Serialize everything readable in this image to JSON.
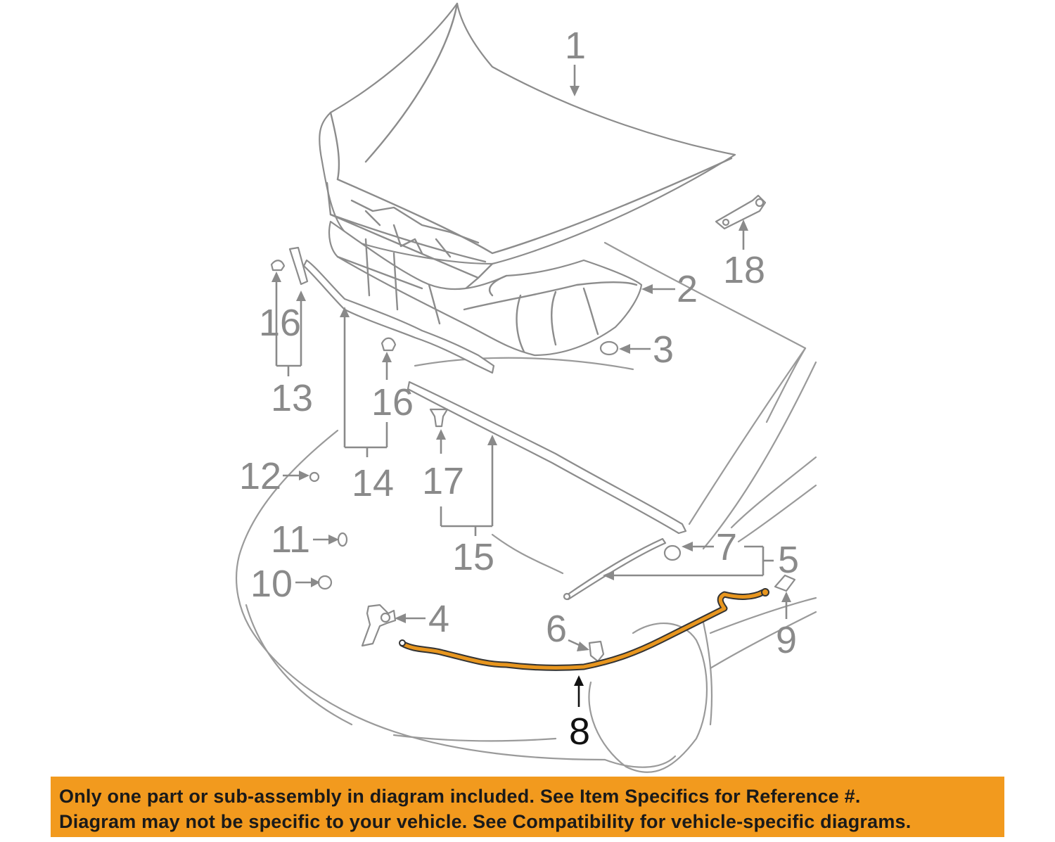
{
  "callouts": {
    "c1": "1",
    "c2": "2",
    "c3": "3",
    "c4": "4",
    "c5": "5",
    "c6": "6",
    "c7": "7",
    "c8": "8",
    "c9": "9",
    "c10": "10",
    "c11": "11",
    "c12": "12",
    "c13": "13",
    "c14": "14",
    "c15": "15",
    "c16a": "16",
    "c16b": "16",
    "c17": "17",
    "c18": "18"
  },
  "highlight": {
    "part": "8",
    "color": "#e8961e"
  },
  "notice": {
    "line1": "Only one part or sub-assembly in diagram included. See Item Specifics for Reference #.",
    "line2": "Diagram may not be specific to your vehicle. See Compatibility for vehicle-specific diagrams.",
    "background": "#f29a1e"
  }
}
